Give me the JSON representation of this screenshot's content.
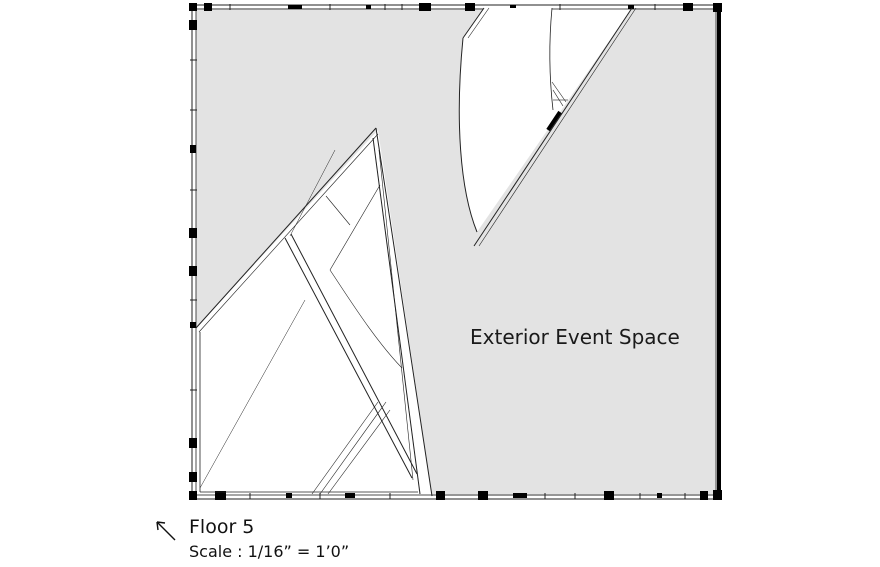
{
  "plan": {
    "room_label": "Exterior Event Space",
    "floor_title": "Floor 5",
    "scale_text": "Scale : 1/16” = 1’0”"
  },
  "icons": {
    "north_arrow": "north-arrow-icon"
  },
  "colors": {
    "exterior_fill": "#e3e3e3",
    "interior_fill": "#ffffff",
    "wall_stroke": "#222222",
    "column_fill": "#000000"
  }
}
